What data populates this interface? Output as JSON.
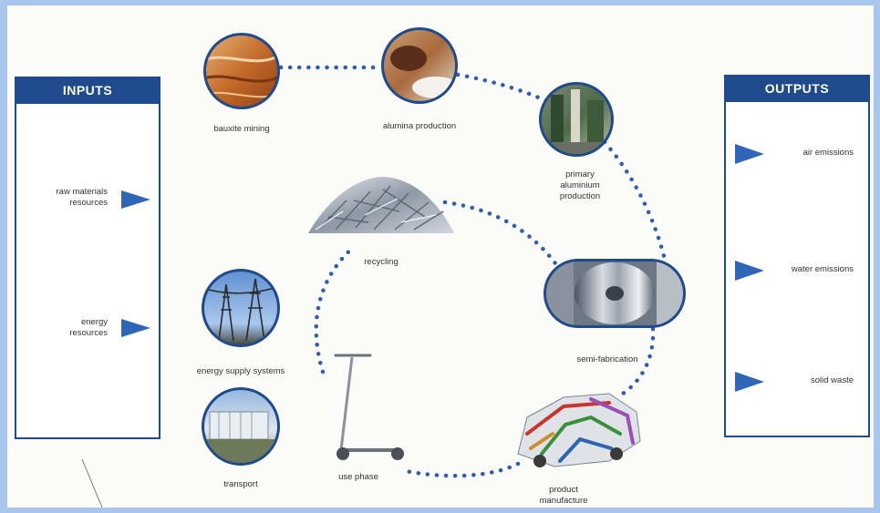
{
  "colors": {
    "frame": "#a9c6ee",
    "panel_border": "#1f4a8c",
    "panel_header": "#1f4a8c",
    "arrow": "#2f66b8",
    "dots": "#2f5faa",
    "ring": "#1f4a8c"
  },
  "inputs": {
    "title": "INPUTS",
    "items": [
      {
        "label": "raw materials resources"
      },
      {
        "label": "energy resources"
      }
    ]
  },
  "outputs": {
    "title": "OUTPUTS",
    "items": [
      {
        "label": "air emissions"
      },
      {
        "label": "water emissions"
      },
      {
        "label": "solid waste"
      }
    ]
  },
  "stages": {
    "bauxite_mining": "bauxite mining",
    "alumina_production": "alumina production",
    "primary_aluminium_production": "primary aluminium production",
    "semi_fabrication": "semi-fabrication",
    "product_manufacture": "product manufacture",
    "use_phase": "use phase",
    "recycling": "recycling",
    "energy_supply_systems": "energy supply systems",
    "transport": "transport"
  }
}
